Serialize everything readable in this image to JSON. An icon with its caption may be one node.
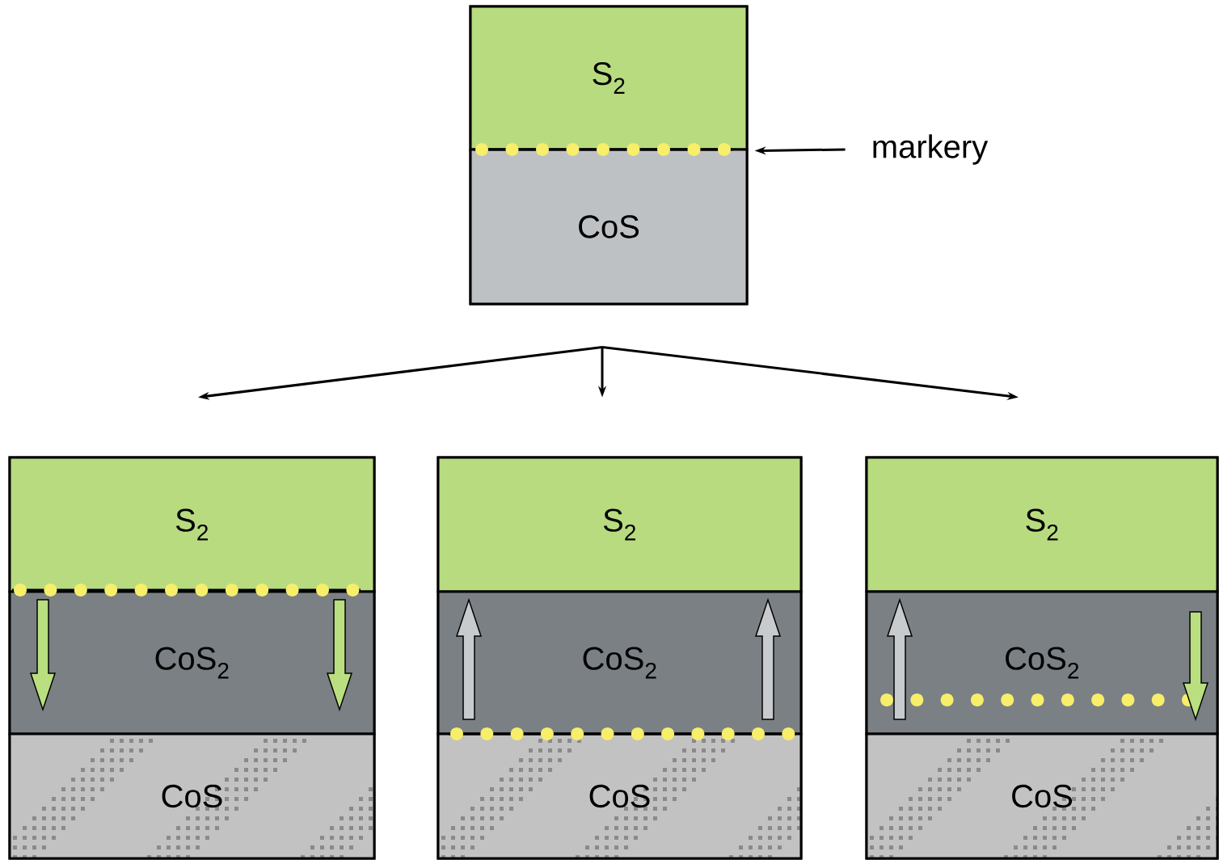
{
  "diagram": {
    "nodes": [
      {
        "text": [],
        "shape": "box"
      },
      {
        "text": [
          "S$_{2}$"
        ],
        "in": 0
      },
      {
        "text": [
          "CoS"
        ],
        "in": 0
      },
      {
        "text": [
          "markery"
        ]
      },
      {
        "text": [],
        "shape": "box"
      },
      {
        "text": [
          "S$_{2}$"
        ],
        "in": 4
      },
      {
        "text": [
          "CoS$_{2}$"
        ],
        "in": 4
      },
      {
        "text": [
          "CoS"
        ],
        "in": 4
      },
      {
        "text": [],
        "shape": "box"
      },
      {
        "text": [
          "S$_{2}$"
        ],
        "in": 8
      },
      {
        "text": [
          "CoS$_{2}$"
        ],
        "in": 8
      },
      {
        "text": [
          "CoS"
        ],
        "in": 8
      },
      {
        "text": [],
        "shape": "box"
      },
      {
        "text": [
          "S$_{2}$"
        ],
        "in": 12
      },
      {
        "text": [
          "CoS$_{2}$"
        ],
        "in": 12
      },
      {
        "text": [
          "CoS"
        ],
        "in": 12
      }
    ],
    "edges": [
      {
        "from": 3,
        "to": 1,
        "arrow": "to"
      },
      {
        "from": 0,
        "to": 4,
        "arrow": "to"
      },
      {
        "from": 0,
        "to": 8,
        "arrow": "to"
      },
      {
        "from": 0,
        "to": 12,
        "arrow": "to"
      }
    ]
  }
}
